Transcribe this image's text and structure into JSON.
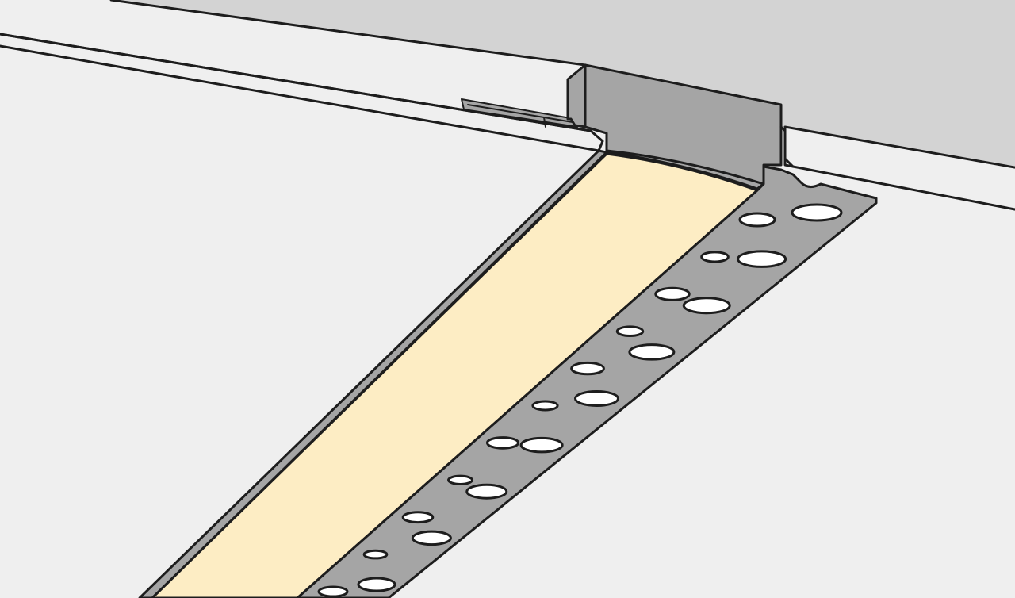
{
  "diagram": {
    "subject": "recessed-led-profile-in-drywall-ceiling",
    "colors": {
      "ceiling_face": "#efefef",
      "upper_wall": "#d3d3d3",
      "gypsum_edge": "#efefef",
      "profile_metal": "#a5a5a5",
      "diffuser_light": "#fdedc4",
      "hole_fill": "#ffffff",
      "outline": "#1d1d1d"
    },
    "perforated_flange": {
      "hole_rows": 2,
      "holes_outer_row": 9,
      "holes_inner_row": 11
    }
  }
}
